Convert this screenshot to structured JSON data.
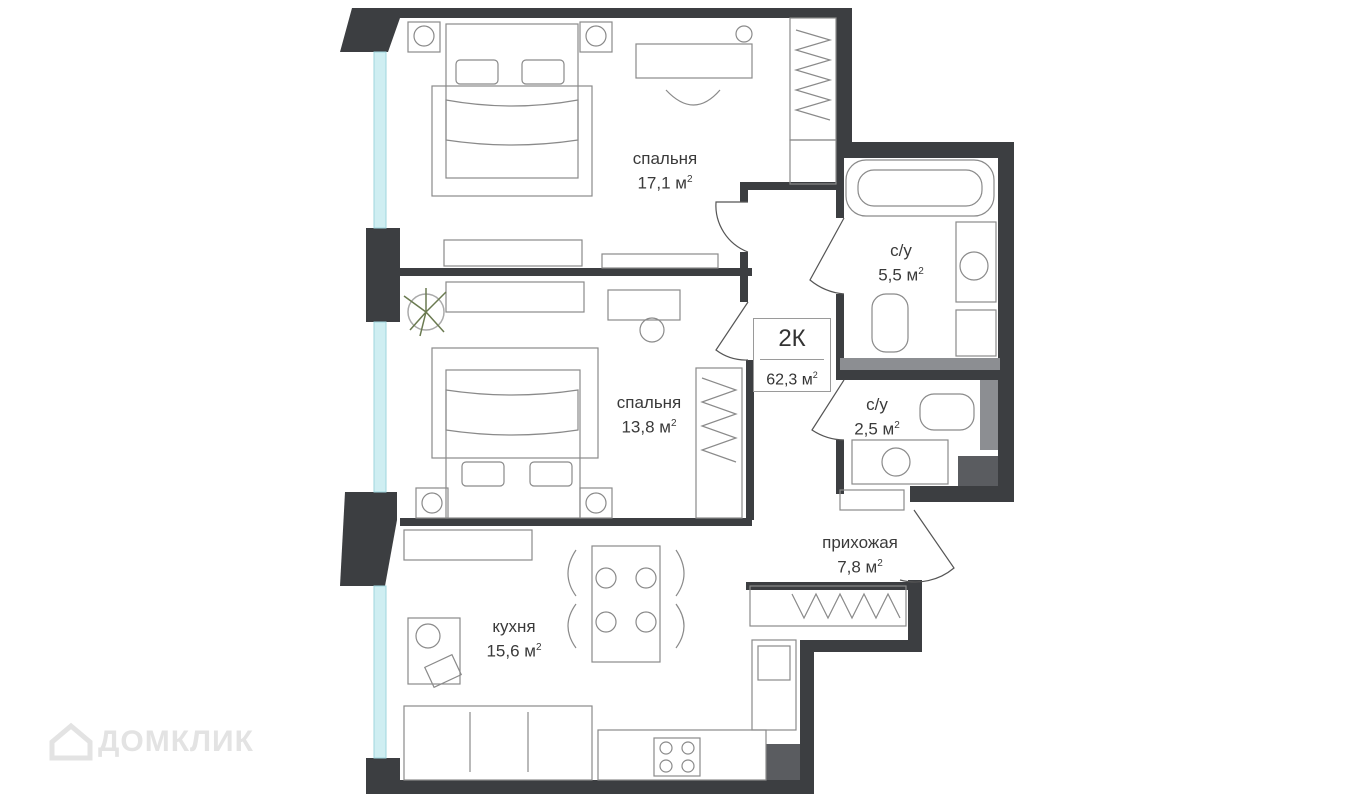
{
  "apartment": {
    "type": "2К",
    "total_area": "62,3 м",
    "area_unit_sup": "2"
  },
  "rooms": [
    {
      "name": "спальня",
      "area": "17,1 м"
    },
    {
      "name": "спальня",
      "area": "13,8 м"
    },
    {
      "name": "с/у",
      "area": "5,5 м"
    },
    {
      "name": "с/у",
      "area": "2,5 м"
    },
    {
      "name": "прихожая",
      "area": "7,8 м"
    },
    {
      "name": "кухня",
      "area": "15,6 м"
    }
  ],
  "watermark": {
    "text": "ДОМКЛИК"
  },
  "colors": {
    "wall": "#3c3e41",
    "window": "#cfeef2",
    "furniture": "#888888",
    "badge_border": "#9a9a9a"
  }
}
